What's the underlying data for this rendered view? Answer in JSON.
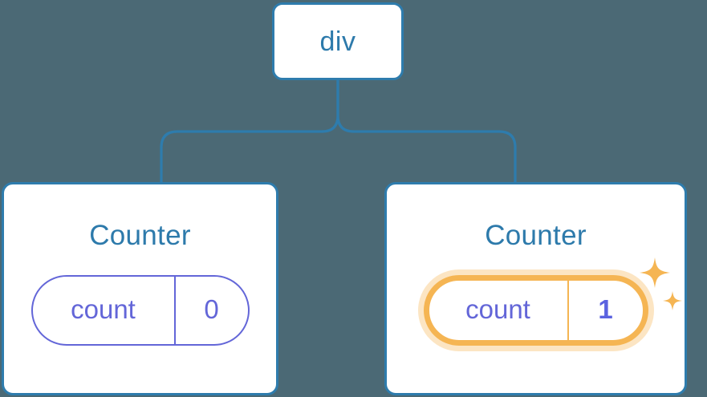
{
  "diagram": {
    "type": "component-tree",
    "background_color": "#4b6975",
    "node_border_color": "#2e7cad",
    "node_text_color": "#2d7aab",
    "state_color": "#6366d8",
    "highlight_color": "#f5b553",
    "root": {
      "label": "div"
    },
    "connector": {
      "style": "orthogonal-rounded",
      "color": "#2e7cad"
    },
    "children": [
      {
        "title": "Counter",
        "state": {
          "key": "count",
          "value": "0"
        },
        "highlighted": false,
        "sparkles": false
      },
      {
        "title": "Counter",
        "state": {
          "key": "count",
          "value": "1"
        },
        "highlighted": true,
        "sparkles": true,
        "sparkle_icons": [
          "sparkle-large",
          "sparkle-small"
        ]
      }
    ]
  }
}
